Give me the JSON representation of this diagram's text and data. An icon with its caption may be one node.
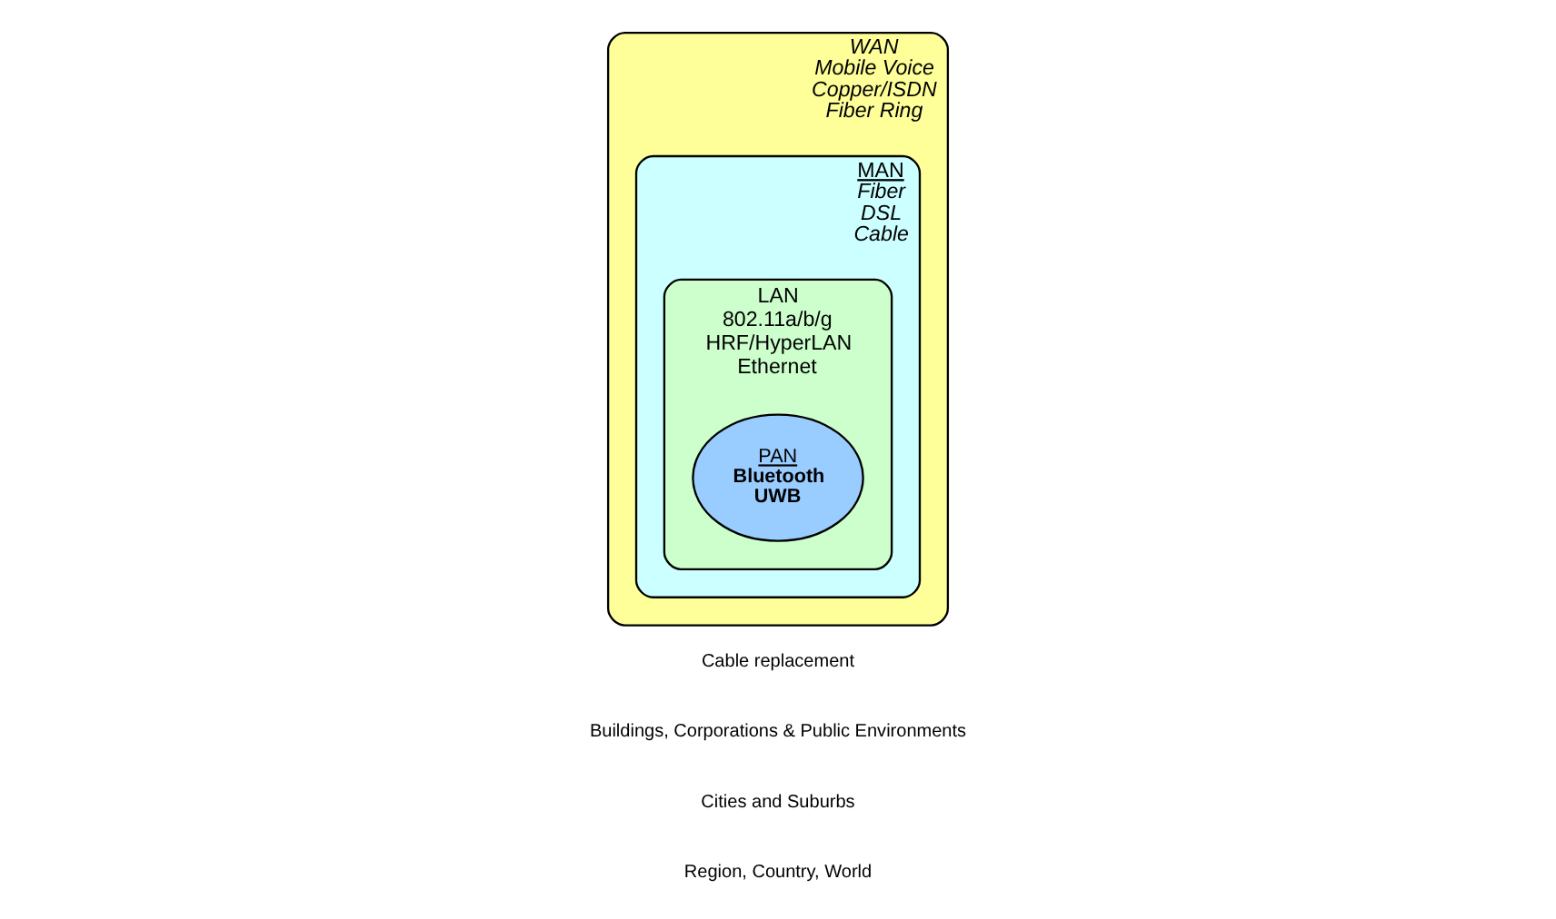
{
  "diagram": {
    "nodes": [
      {
        "text": [
          "WAN",
          "Mobile Voice",
          "Copper/ISDN",
          "Fiber Ring"
        ]
      },
      {
        "text": [
          "MAN",
          "Fiber",
          "DSL",
          "Cable"
        ],
        "in": 0
      },
      {
        "text": [
          "LAN",
          "802.11a/b/g",
          "HRF/HyperLAN",
          "Ethernet"
        ],
        "in": 1
      },
      {
        "text": [
          "PAN",
          "Bluetooth",
          "UWB"
        ],
        "in": 2
      }
    ],
    "edges": [],
    "labels": [
      "Cable replacement",
      "Buildings, Corporations & Public Environments",
      "Cities and Suburbs",
      "Region, Country, World"
    ]
  }
}
